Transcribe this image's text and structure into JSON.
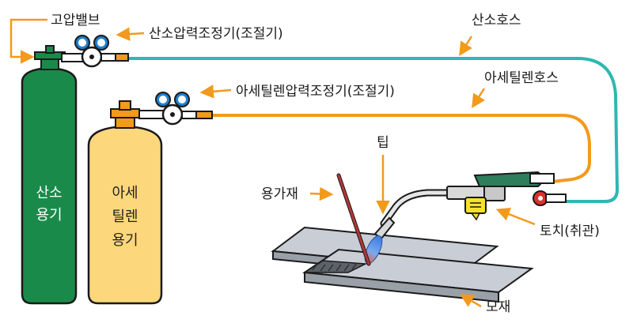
{
  "labels": {
    "high_pressure_valve": "고압밸브",
    "oxygen_regulator": "산소압력조정기(조절기)",
    "oxygen_hose": "산소호스",
    "acetylene_hose": "아세틸렌호스",
    "acetylene_regulator": "아세틸렌압력조정기(조절기)",
    "tip": "팁",
    "filler_rod": "용가재",
    "torch": "토치(취관)",
    "base_metal": "모재",
    "oxygen_cylinder": [
      "산소",
      "용기"
    ],
    "acetylene_cylinder": [
      "아세",
      "틸렌",
      "용기"
    ]
  },
  "colors": {
    "oxygen_cylinder": "#1a8a4a",
    "acetylene_cylinder": "#fdd77c",
    "oxygen_hose": "#2fb7b2",
    "acetylene_hose": "#f29a1c",
    "arrow": "#f29a1c",
    "gauge": "#1f7fd0",
    "plate": "#c7ccd4"
  },
  "icons": [
    "pressure-gauge-icon",
    "valve-icon",
    "flame-icon",
    "arrow-icon"
  ]
}
